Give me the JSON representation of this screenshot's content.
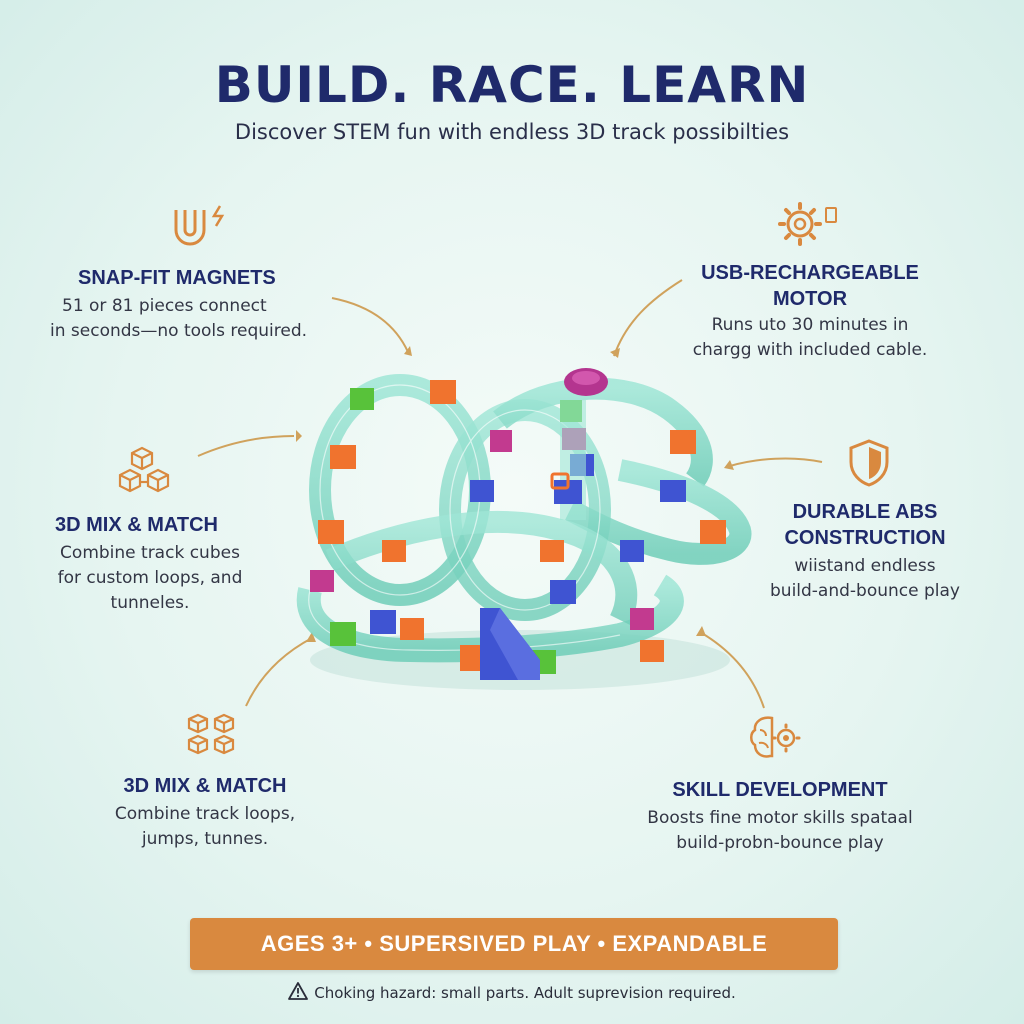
{
  "header": {
    "title": "BUILD. RACE. LEARN",
    "subtitle": "Discover STEM fun with endless 3D track possibilties"
  },
  "features": {
    "magnets": {
      "icon": "magnet-icon",
      "title": "SNAP-FIT MAGNETS",
      "line1": "51 or 81 pieces connect",
      "line2": "in seconds—no tools required."
    },
    "motor": {
      "icon": "gear-icon",
      "title_line1": "USB-RECHARGEABLE",
      "title_line2": "MOTOR",
      "line1": "Runs uto 30 minutes in",
      "line2": "chargg with included cable."
    },
    "mix_match_1": {
      "icon": "cubes-icon",
      "title": "3D MIX & MATCH",
      "line1": "Combine track cubes",
      "line2": "for custom loops, and",
      "line3": "tunneles."
    },
    "durable": {
      "icon": "shield-icon",
      "title_line1": "DURABLE ABS",
      "title_line2": "CONSTRUCTION",
      "line1": "wiistand endless",
      "line2": "build-and-bounce play"
    },
    "mix_match_2": {
      "icon": "stacked-cubes-icon",
      "title": "3D MIX & MATCH",
      "line1": "Combine track loops,",
      "line2": "jumps, tunnes."
    },
    "skill": {
      "icon": "brain-gear-icon",
      "title": "SKILL DEVELOPMENT",
      "line1": "Boosts fine motor skills spataal",
      "line2": "build-probn-bounce play"
    }
  },
  "banner": {
    "text": "AGES 3+ • SUPERSIVED PLAY • EXPANDABLE"
  },
  "warning": {
    "icon": "warning-triangle-icon",
    "text": "Choking hazard: small parts. Adult suprevision required."
  },
  "colors": {
    "navy": "#1f2a6b",
    "accent_orange": "#d9893f",
    "track_translucent": "#7fd9c4",
    "block_orange": "#f0732e",
    "block_green": "#58c23a",
    "block_blue": "#3f54d2",
    "block_magenta": "#c23a8f"
  }
}
